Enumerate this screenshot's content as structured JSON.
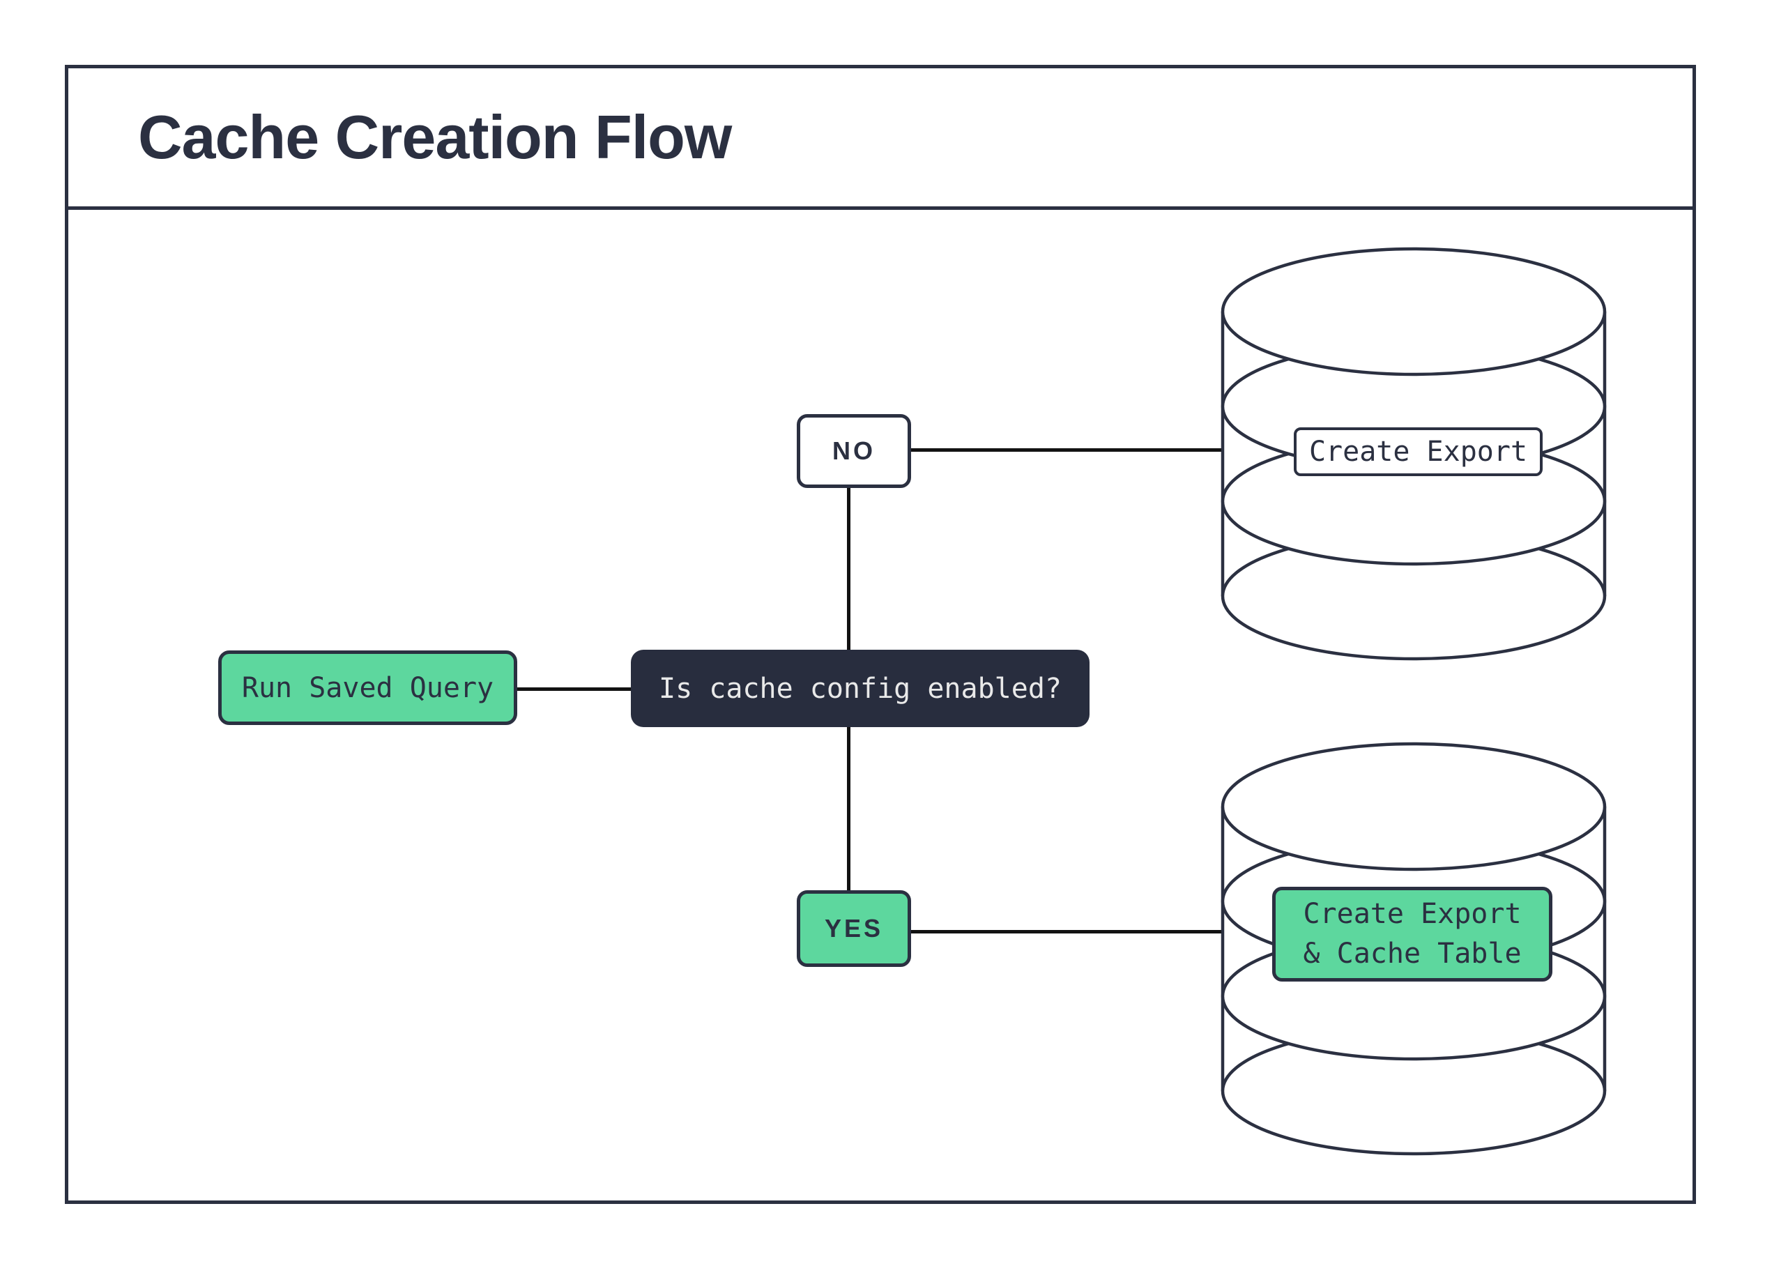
{
  "title": "Cache Creation Flow",
  "nodes": {
    "start": {
      "label": "Run Saved Query"
    },
    "decision": {
      "label": "Is cache config enabled?"
    },
    "branch_no": {
      "label": "NO"
    },
    "branch_yes": {
      "label": "YES"
    },
    "db_no": {
      "label": "Create Export"
    },
    "db_yes": {
      "label_line1": "Create Export",
      "label_line2": "& Cache Table"
    }
  },
  "icons": {
    "db_no": "database-icon",
    "db_yes": "database-icon"
  },
  "colors": {
    "ink": "#2b3041",
    "connector": "#121212",
    "green": "#5dd79e",
    "dark_fill": "#282d3e",
    "light_text": "#e9e9e9",
    "background": "#ffffff"
  }
}
